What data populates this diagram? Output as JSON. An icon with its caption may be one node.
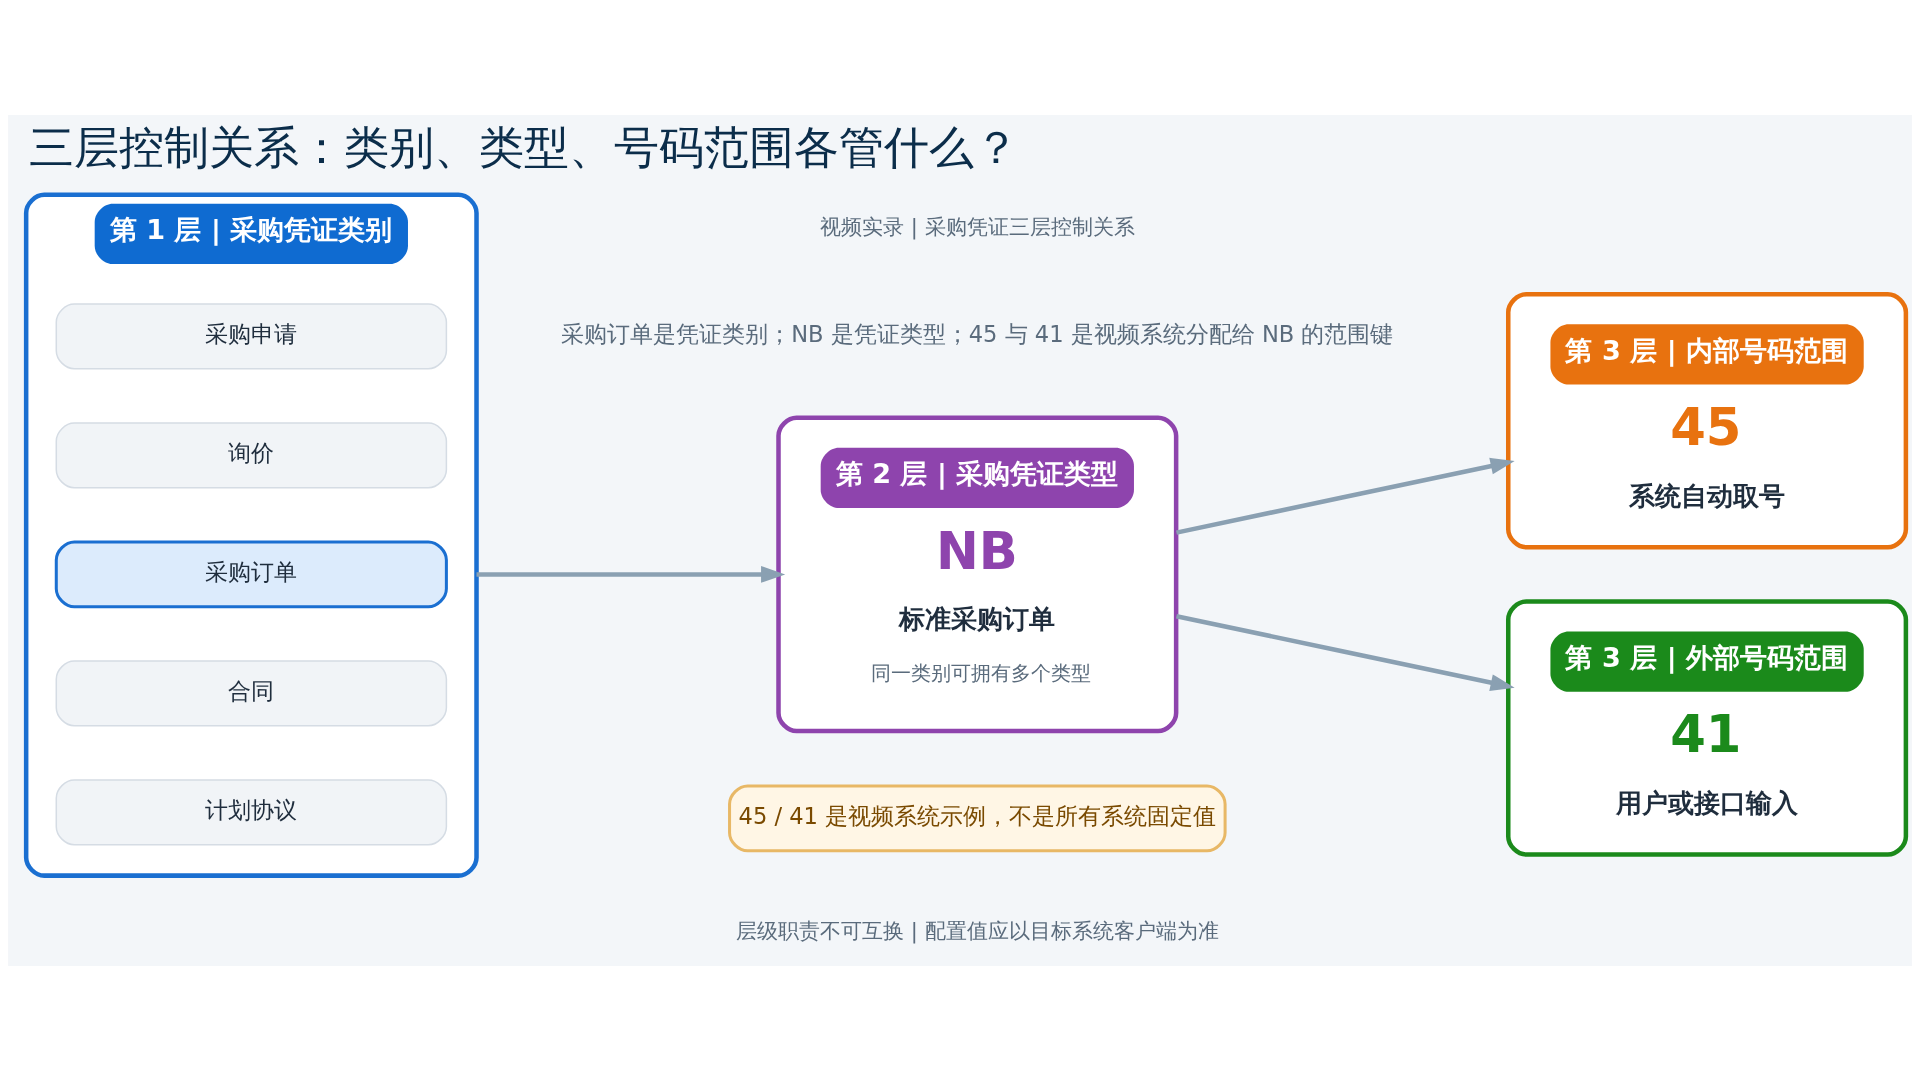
{
  "diagram": {
    "title": "三层控制关系：类别、类型、号码范围各管什么？",
    "nodes": [
      {
        "text": [
          "第 1 层 | 采购凭证类别"
        ]
      },
      {
        "text": [
          "采购申请"
        ],
        "in": 0
      },
      {
        "text": [
          "询价"
        ],
        "in": 0
      },
      {
        "text": [
          "采购订单"
        ],
        "in": 0
      },
      {
        "text": [
          "合同"
        ],
        "in": 0
      },
      {
        "text": [
          "计划协议"
        ],
        "in": 0
      },
      {
        "text": [
          "第 2 层 | 采购凭证类型",
          "NB",
          "标准采购订单",
          "同一类别可拥有多个类型"
        ]
      },
      {
        "text": [
          "第 3 层 | 内部号码范围",
          "45",
          "系统自动取号"
        ]
      },
      {
        "text": [
          "第 3 层 | 外部号码范围",
          "41",
          "用户或接口输入"
        ]
      },
      {
        "text": [
          "45 / 41 是视频系统示例，不是所有系统固定值"
        ]
      }
    ],
    "edges": [
      {
        "from": 0,
        "to": 6,
        "arrow": "to"
      },
      {
        "from": 6,
        "to": 7,
        "arrow": "to"
      },
      {
        "from": 6,
        "to": 8,
        "arrow": "to"
      }
    ],
    "labels": [
      "视频实录 | 采购凭证三层控制关系",
      "采购订单是凭证类别；NB 是凭证类型；45 与 41 是视频系统分配给 NB 的范围键",
      "层级职责不可互换 | 配置值应以目标系统客户端为准"
    ]
  }
}
